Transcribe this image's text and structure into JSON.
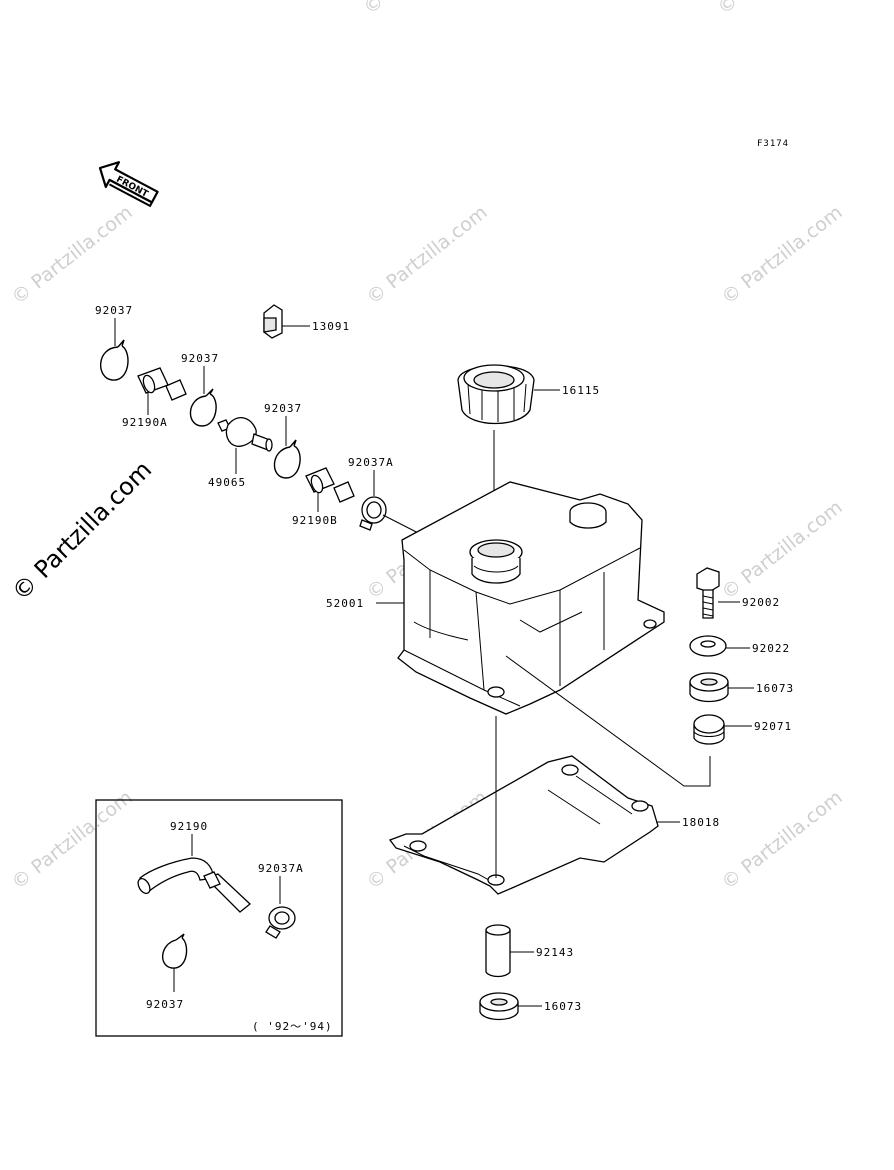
{
  "figure_id": "F3174",
  "front_label": "FRONT",
  "watermark": "© Partzilla.com",
  "inset_note": "( '92～'94)",
  "parts": {
    "p92037_a": "92037",
    "p92190A": "92190A",
    "p92037_b": "92037",
    "p49065": "49065",
    "p92037_c": "92037",
    "p13091": "13091",
    "p92037A": "92037A",
    "p92190B": "92190B",
    "p16115": "16115",
    "p52001": "52001",
    "p92002": "92002",
    "p92022": "92022",
    "p16073_a": "16073",
    "p92071": "92071",
    "p18018": "18018",
    "p92143": "92143",
    "p16073_b": "16073",
    "inset_92190": "92190",
    "inset_92037A": "92037A",
    "inset_92037": "92037"
  }
}
